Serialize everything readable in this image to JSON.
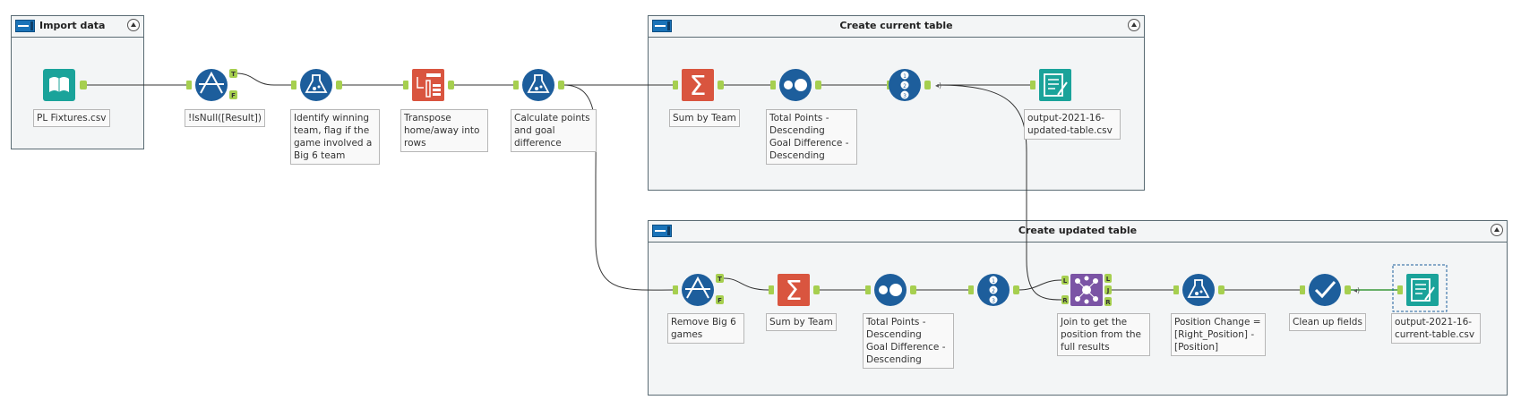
{
  "containers": {
    "import": {
      "title": "Import data"
    },
    "current": {
      "title": "Create current table"
    },
    "updated": {
      "title": "Create updated table"
    }
  },
  "tools": {
    "input": {
      "label": "PL Fixtures.csv",
      "icon": "book-input-icon"
    },
    "filter1": {
      "label": "!IsNull([Result])",
      "icon": "filter-icon",
      "anchor_true": "T",
      "anchor_false": "F"
    },
    "formula1": {
      "label": "Identify winning team, flag if the game involved a Big 6 team",
      "icon": "formula-flask-icon"
    },
    "transpose": {
      "label": "Transpose home/away into rows",
      "icon": "transpose-icon"
    },
    "formula2": {
      "label": "Calculate points and goal difference",
      "icon": "formula-flask-icon"
    },
    "summarize1": {
      "label": "Sum by Team",
      "icon": "sigma-icon"
    },
    "sort1": {
      "label": "Total Points - Descending\nGoal Difference - Descending",
      "icon": "sort-icon"
    },
    "recordid1": {
      "label": "",
      "icon": "record-id-icon"
    },
    "output1": {
      "label": "output-2021-16-updated-table.csv",
      "icon": "output-icon"
    },
    "filter2": {
      "label": "Remove Big 6 games",
      "icon": "filter-icon",
      "anchor_true": "T",
      "anchor_false": "F"
    },
    "summarize2": {
      "label": "Sum by Team",
      "icon": "sigma-icon"
    },
    "sort2": {
      "label": "Total Points - Descending\nGoal Difference - Descending",
      "icon": "sort-icon"
    },
    "recordid2": {
      "label": "",
      "icon": "record-id-icon"
    },
    "join": {
      "label": "Join to get the position from the full results",
      "icon": "join-icon",
      "anchor_l": "L",
      "anchor_j": "J",
      "anchor_r": "R"
    },
    "formula3": {
      "label": "Position Change = [Right_Position] - [Position]",
      "icon": "formula-flask-icon"
    },
    "select": {
      "label": "Clean up fields",
      "icon": "select-check-icon"
    },
    "output2": {
      "label": "output-2021-16-current-table.csv",
      "icon": "output-icon"
    }
  },
  "colors": {
    "connector": "#333333",
    "anchor": "#a6cf4f",
    "prep_blue": "#1d5e9c",
    "input_teal": "#1aa39a",
    "transform_orange": "#d9553f",
    "join_purple": "#7b54a5",
    "container_bg": "#f3f5f6"
  }
}
